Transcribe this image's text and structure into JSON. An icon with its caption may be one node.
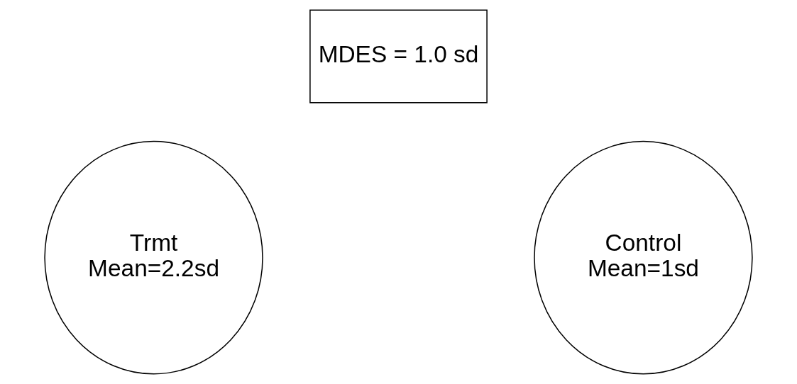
{
  "diagram": {
    "nodes": [
      {
        "text": [
          "MDES = 1.0 sd"
        ]
      },
      {
        "text": [
          "Trmt",
          "Mean=2.2sd"
        ]
      },
      {
        "text": [
          "Control",
          "Mean=1sd"
        ]
      }
    ]
  }
}
